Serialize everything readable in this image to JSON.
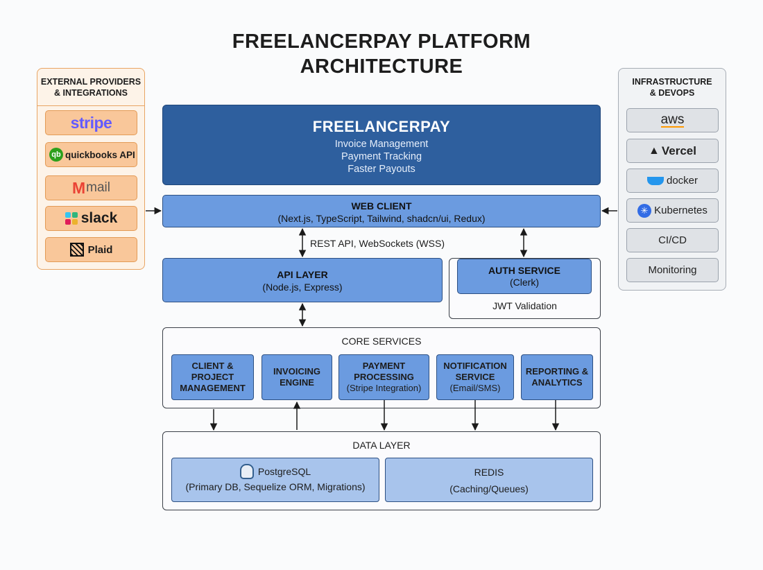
{
  "title": {
    "line1": "FREELANCERPAY PLATFORM",
    "line2": "ARCHITECTURE"
  },
  "external": {
    "heading_line1": "EXTERNAL PROVIDERS",
    "heading_line2": "& INTEGRATIONS",
    "items": [
      "stripe",
      "quickbooks API",
      "mail",
      "slack",
      "Plaid"
    ]
  },
  "infra": {
    "heading_line1": "INFRASTRUCTURE",
    "heading_line2": "& DEVOPS",
    "items": [
      "aws",
      "Vercel",
      "docker",
      "Kubernetes",
      "CI/CD",
      "Monitoring"
    ]
  },
  "brand": {
    "name": "FREELANCERPAY",
    "features": [
      "Invoice Management",
      "Payment Tracking",
      "Faster Payouts"
    ]
  },
  "web_client": {
    "label": "WEB CLIENT",
    "stack": "(Next.js, TypeScript, Tailwind, shadcn/ui, Redux)"
  },
  "connection_label": "REST API, WebSockets (WSS)",
  "api_layer": {
    "label": "API LAYER",
    "stack": "(Node.js, Express)"
  },
  "auth": {
    "label": "AUTH SERVICE",
    "provider": "(Clerk)",
    "note": "JWT Validation"
  },
  "core": {
    "label": "CORE SERVICES",
    "services": [
      {
        "lines": [
          "CLIENT &",
          "PROJECT",
          "MANAGEMENT"
        ],
        "sub": ""
      },
      {
        "lines": [
          "INVOICING",
          "ENGINE"
        ],
        "sub": ""
      },
      {
        "lines": [
          "PAYMENT",
          "PROCESSING"
        ],
        "sub": "(Stripe Integration)"
      },
      {
        "lines": [
          "NOTIFICATION",
          "SERVICE"
        ],
        "sub": "(Email/SMS)"
      },
      {
        "lines": [
          "REPORTING &",
          "ANALYTICS"
        ],
        "sub": ""
      }
    ]
  },
  "data_layer": {
    "label": "DATA LAYER",
    "postgres": {
      "name": "PostgreSQL",
      "detail": "(Primary DB, Sequelize ORM, Migrations)"
    },
    "redis": {
      "name": "REDIS",
      "detail": "(Caching/Queues)"
    }
  },
  "colors": {
    "brand": "#2e5f9e",
    "service_blue": "#6b9be0",
    "data_blue": "#a8c4ec",
    "external_orange": "#f9c79a",
    "stripe": "#635bff",
    "gmail_red": "#ea4335",
    "quickbooks": "#2ca01c"
  }
}
